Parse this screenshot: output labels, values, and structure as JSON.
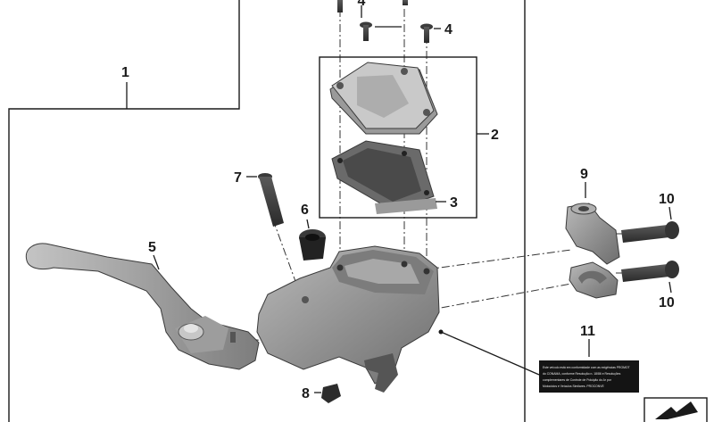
{
  "diagram": {
    "callouts": [
      "1",
      "2",
      "3",
      "4",
      "4",
      "5",
      "6",
      "7",
      "8",
      "9",
      "10",
      "10",
      "11"
    ],
    "warning_label": {
      "lines": [
        "Este veículo está em conformidade com as exigências PROMOT",
        "do CONAMA, conforme Resolução n. 18/86 e Resoluções",
        "complementares de Controle de Poluição do Ar por",
        "Motociclos e Veículos Similares. PROCONVE"
      ]
    }
  }
}
